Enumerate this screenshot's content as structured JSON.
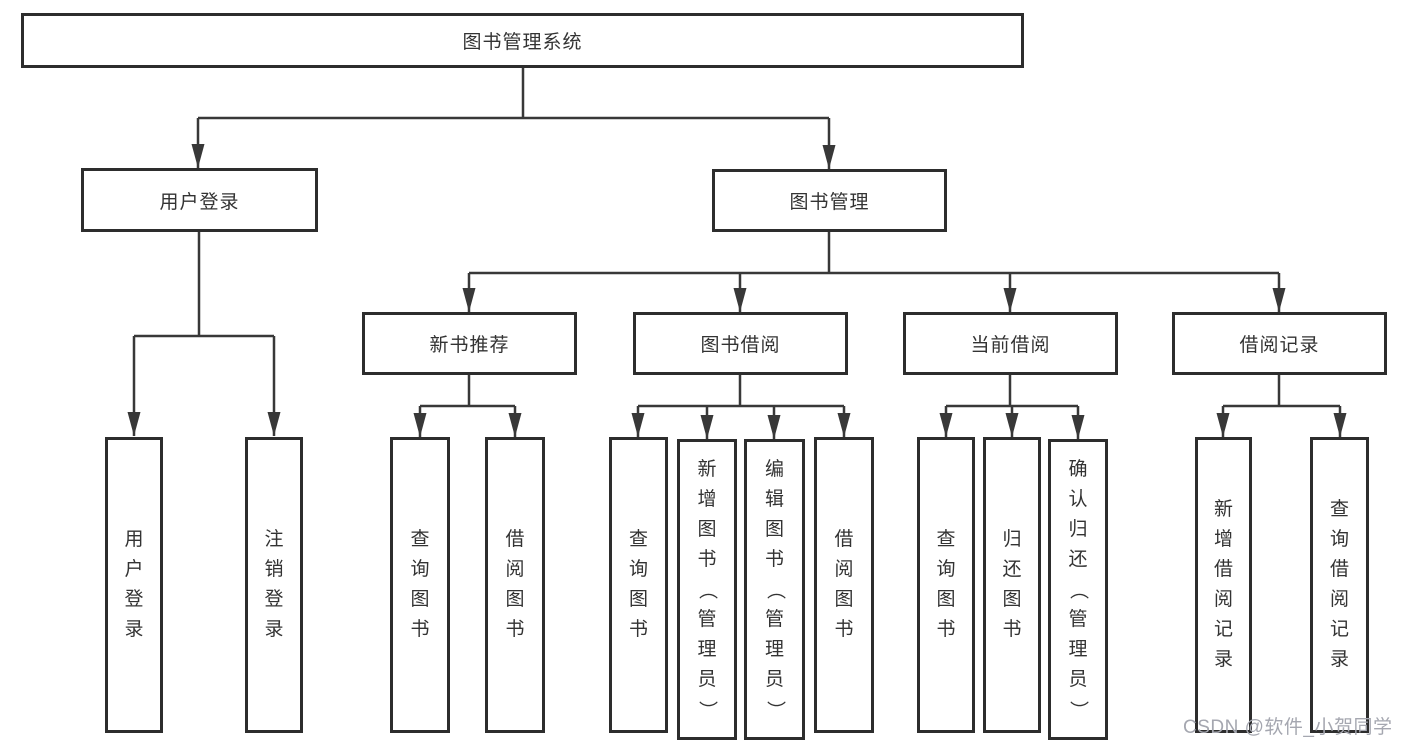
{
  "diagram": {
    "title": "图书管理系统",
    "nodes": {
      "root": "图书管理系统",
      "user_login": "用户登录",
      "book_mgmt": "图书管理",
      "new_book_rec": "新书推荐",
      "book_borrow": "图书借阅",
      "current_borrow": "当前借阅",
      "borrow_record": "借阅记录",
      "leaf_user_login": "用户登录",
      "leaf_logout": "注销登录",
      "leaf_nb_query": "查询图书",
      "leaf_nb_borrow": "借阅图书",
      "leaf_bb_query": "查询图书",
      "leaf_bb_add": "新增图书（管理员）",
      "leaf_bb_edit": "编辑图书（管理员）",
      "leaf_bb_borrow": "借阅图书",
      "leaf_cb_query": "查询图书",
      "leaf_cb_return": "归还图书",
      "leaf_cb_confirm": "确认归还（管理员）",
      "leaf_br_add": "新增借阅记录",
      "leaf_br_query": "查询借阅记录"
    },
    "colors": {
      "line": "#383838",
      "box_border": "#2d2d2d",
      "text": "#333333",
      "background": "#ffffff",
      "watermark": "#a5a7b0"
    }
  },
  "watermark": "CSDN @软件_小贺同学"
}
